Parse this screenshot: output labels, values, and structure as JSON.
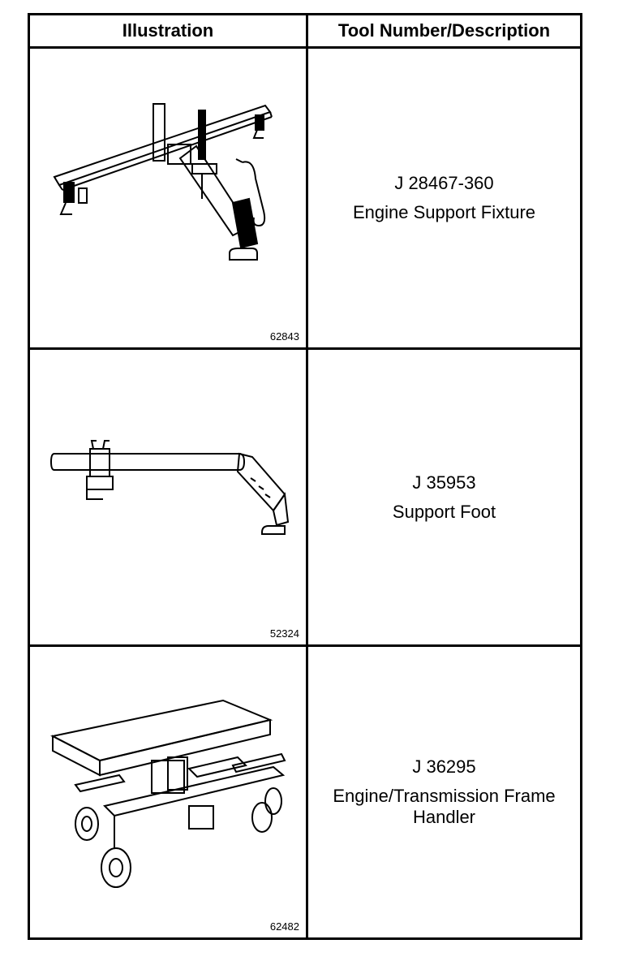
{
  "table": {
    "header": {
      "illustration": "Illustration",
      "description": "Tool Number/Description"
    },
    "rows": [
      {
        "figure_number": "62843",
        "tool_number": "J 28467-360",
        "description": "Engine Support Fixture",
        "illustration_icon": "engine-support-fixture-drawing"
      },
      {
        "figure_number": "52324",
        "tool_number": "J 35953",
        "description": "Support Foot",
        "illustration_icon": "support-foot-drawing"
      },
      {
        "figure_number": "62482",
        "tool_number": "J 36295",
        "description": "Engine/Transmission Frame\nHandler",
        "illustration_icon": "frame-handler-drawing"
      }
    ]
  }
}
